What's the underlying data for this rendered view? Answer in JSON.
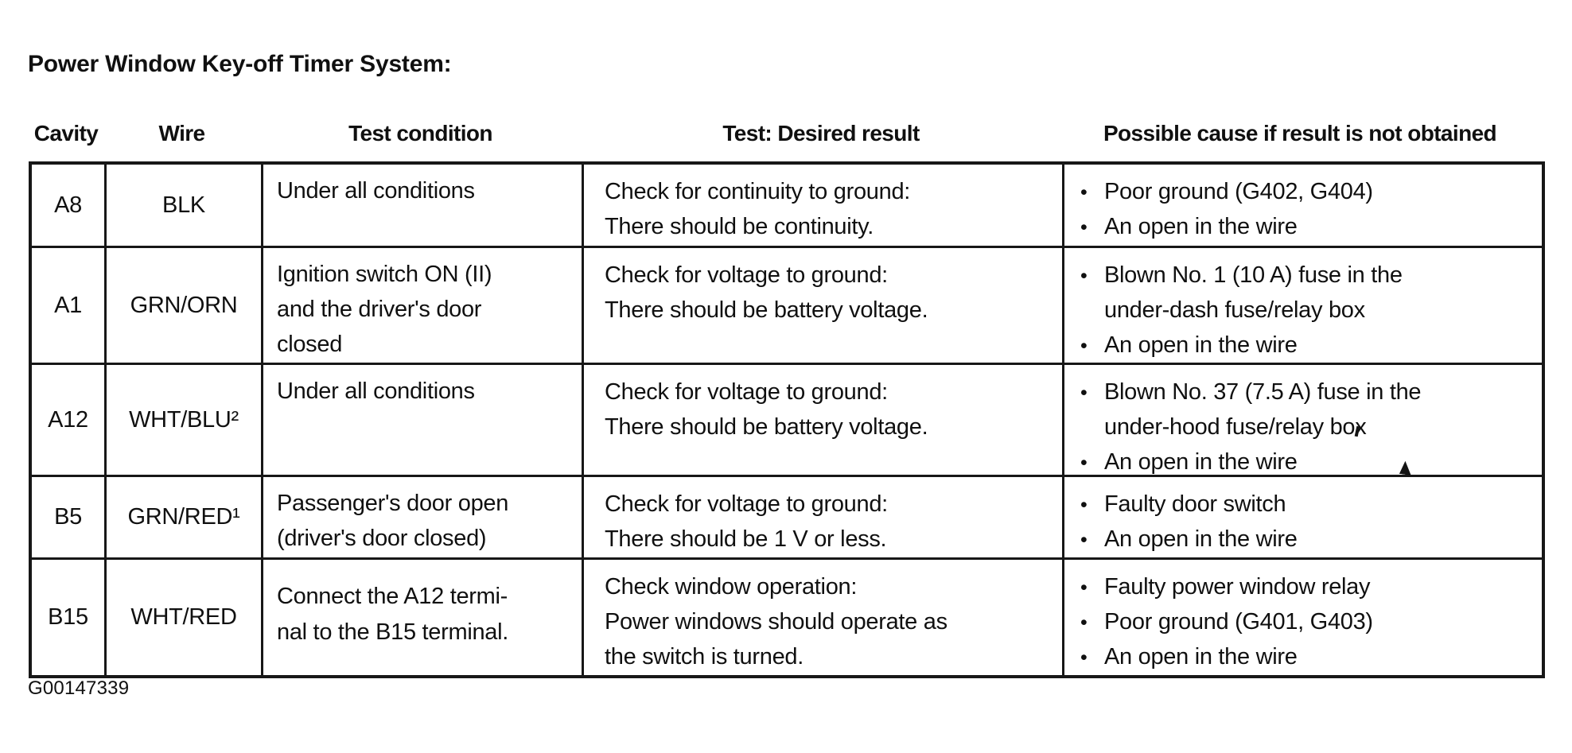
{
  "document": {
    "title": "Power Window Key-off Timer System:",
    "figure_id": "G00147339"
  },
  "table": {
    "headers": [
      "Cavity",
      "Wire",
      "Test condition",
      "Test: Desired result",
      "Possible cause if result is not obtained"
    ],
    "rows": [
      {
        "cavity": "A8",
        "wire": "BLK",
        "condition": "Under all conditions",
        "result": "Check for continuity to ground:\nThere should be continuity.",
        "causes": [
          "Poor ground (G402, G404)",
          "An open in the wire"
        ]
      },
      {
        "cavity": "A1",
        "wire": "GRN/ORN",
        "condition": "Ignition switch ON (II)\nand the driver's door\nclosed",
        "result": "Check for voltage to ground:\nThere should be battery voltage.",
        "causes": [
          "Blown No. 1 (10 A) fuse in the\nunder-dash fuse/relay box",
          "An open in the wire"
        ]
      },
      {
        "cavity": "A12",
        "wire": "WHT/BLU²",
        "condition": "Under all conditions",
        "result": "Check for voltage to ground:\nThere should be battery voltage.",
        "causes": [
          "Blown No. 37 (7.5 A) fuse in the\nunder-hood fuse/relay box",
          "An open in the wire"
        ]
      },
      {
        "cavity": "B5",
        "wire": "GRN/RED¹",
        "condition": "Passenger's door open\n(driver's door closed)",
        "result": "Check for voltage to ground:\nThere should be 1 V or less.",
        "causes": [
          "Faulty door switch",
          "An open in the wire"
        ]
      },
      {
        "cavity": "B15",
        "wire": "WHT/RED",
        "condition": "Connect the A12 termi-\nnal to the B15 terminal.",
        "result": "Check window operation:\nPower windows should operate as\nthe switch is turned.",
        "causes": [
          "Faulty power window relay",
          "Poor ground (G401, G403)",
          "An open in the wire"
        ]
      }
    ]
  }
}
